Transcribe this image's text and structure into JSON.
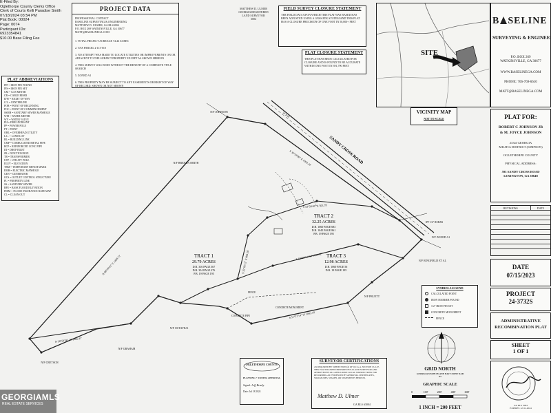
{
  "filing": {
    "lines": [
      "E-Filed By:",
      "Oglethorpe County Clerks Office",
      "Clerk of Courts Kelli Paradise Smith",
      "07/18/2024 03:54 PM",
      "Plat Book: 00024",
      "Page: 0074",
      "Participant IDs:",
      "6923354841",
      "$10.00 Base Filing Fee"
    ]
  },
  "project_data": {
    "title": "PROJECT DATA",
    "lines": [
      "PROFESSIONAL CONTACT",
      "BASELINE SURVEYING & ENGINEERING",
      "MATTHEW D. ULMER, GA RLS3004",
      "P.O. BOX 269 WATKINSVILLE, GA 30677",
      "MATT@BASELINEGA.COM",
      "1. TOTAL PROJECT ACREAGE 74.46 ACRES",
      "2. TAX PARCEL # 113-010",
      "3. NO ATTEMPT WAS MADE TO LOCATE UTILITIES OR IMPROVEMENTS ON OR ADJACENT TO THE SUBJECT PROPERTY EXCEPT AS SHOWN HEREON",
      "4. THIS SURVEY WAS DONE WITHOUT THE BENEFIT OF A COMPLETE TITLE SEARCH",
      "5. ZONED A1",
      "6. THIS PROPERTY MAY BE SUBJECT TO ANY EASEMENTS OR RIGHT OF WAY OF RECORD. SHOWN OR NOT SHOWN"
    ]
  },
  "surveyor_seal": {
    "lines": [
      "MATTHEW D. ULMER",
      "GEORGIA REGISTERED",
      "LAND SURVEYOR",
      "3004"
    ]
  },
  "field_closure": {
    "title": "FIELD SURVEY CLOSURE STATEMENT",
    "text": "THE FIELD DATA UPON WHICH THIS PLAT WAS BASED HAS BEEN ADJUSTED USING A GNSS RTK SYSTEM AND THIS PLAT HAS A CLOSURE PRECISION OF ONE FOOT IN 50,000+ FEET"
  },
  "plat_closure": {
    "title": "PLAT CLOSURE STATEMENT",
    "text": "THIS PLAT HAS BEEN CALCULATED FOR CLOSURE AND IS FOUND TO BE ACCURATE WITHIN ONE FOOT IN 391,790 FEET"
  },
  "company": {
    "name_line1": "B",
    "name_rest": "SELINE",
    "sub": "SURVEYING & ENGINEERING, INC",
    "address1": "P.O. BOX 269",
    "address2": "WATKINSVILLE, GA 30677",
    "web": "WWW.BASELINEGA.COM",
    "phone": "PHONE: 706-769-6610",
    "email": "MATT@BASELINEGA.COM"
  },
  "vicinity": {
    "site_label": "SITE",
    "title": "VICINITY MAP",
    "subtitle": "NOT TO SCALE"
  },
  "plat_for": {
    "title": "PLAT FOR:",
    "owner1": "ROBERT C JOHNSON JR",
    "owner2": "& M. JOYCE JOHNSON",
    "district1": "233rd GEORGIA",
    "district2": "MILITIA DISTRICT (SIMPSON)",
    "county": "OGLETHORPE COUNTY",
    "phys_title": "PHYSICAL ADDRESS:",
    "address1": "593 SANDY CROSS ROAD",
    "address2": "LEXINGTON, GA 30648"
  },
  "revisions": {
    "col1": "REVISIONS",
    "col2": "DATE"
  },
  "date_box": {
    "title": "DATE",
    "value": "07/15/2023"
  },
  "project_box": {
    "title": "PROJECT",
    "value": "24-3732S"
  },
  "plat_type": {
    "line1": "ADMINISTRATIVE",
    "line2": "RECOMBINATION PLAT"
  },
  "sheet_box": {
    "title": "SHEET",
    "value": "1  OF  1"
  },
  "abbreviations": {
    "title": "PLAT ABBREVIATIONS",
    "rows": [
      "IPF = IRON PIN FOUND",
      "IPS = IRON PIN SET",
      "GM = GAS METER",
      "CB = CABLE RISER",
      "R/W = RIGHT OF WAY",
      "C/L = CENTERLINE",
      "POB = POINT OF BEGINNING",
      "POC = POINT OF COMMENCEMENT",
      "SSMH = SANITARY SEWER MANHOLE",
      "WM = WATER METER",
      "WV = WATER VALVE",
      "FH = FIRE HYDRANT",
      "PP = POWER POLE",
      "PT = POINT",
      "OHL = OVERHEAD UTILITY",
      "L.L. = LAND LOT",
      "BL = BUILDING LINE",
      "CMP = CORRUGATED METAL PIPE",
      "RCP = REINFORCED CONC PIPE",
      "DI = DROP INLET",
      "JB = JUNCTION BOX",
      "TR = TRANSFORMER",
      "UTP = UTILITY POLE",
      "ELEV = ELEVATION",
      "TBM = TEMPORARY BENCH MARK",
      "EMH = ELECTRIC MANHOLE",
      "GEN = GENERATOR",
      "OCS = OUTLET CONTROL STRUCTURE",
      "PL = PROPERTY LINE",
      "SS = SANITARY SEWER",
      "BFE = BASE FLOOD ELEVATION",
      "FIRM = FLOOD INSURANCE RATE MAP",
      "CL = CLEAN OUT"
    ]
  },
  "map": {
    "road_label": "SANDY CROSS ROAD",
    "tract1": {
      "name": "TRACT 1",
      "acres": "29.79 ACRES",
      "ref1": "D.B. 316 PAGE 367",
      "ref2": "D.B. 354 PAGE 276",
      "ref3": "P.B. 19 PAGE 195"
    },
    "tract2": {
      "name": "TRACT 2",
      "acres": "32.25 ACRES",
      "ref1": "D.B. 1060 PAGE 683",
      "ref2": "D.B. 1045 PAGE 861",
      "ref3": "P.B. 19 PAGE 195"
    },
    "tract3": {
      "name": "TRACT 3",
      "acres": "12.98 ACRES",
      "ref1": "D.B. 1060 PAGE 56",
      "ref2": "D.B. 19 PAGE 195"
    },
    "boundary_labels": [
      "N 88°00'03\" E 1468.72'",
      "S 36°39'00\" E 1093.34'",
      "S 51°21'14\" W 1093.70'",
      "N 38°58'56\" W 1066.41'",
      "S 53°50'48\" E 593.79'",
      "S 60°28'34\" W 1069.32'",
      "S 32°02'12\" E 683.26'"
    ],
    "adjoiner_labels": [
      "N/F BRENDA SMITH",
      "N/F JOHNSON",
      "N/F GRAHAM",
      "N/F OCTAVIUS",
      "N/F CRETSCH",
      "N/F RINGFIELD ET AL",
      "N/F ZONED A1",
      "N/F PRUETT"
    ],
    "misc_labels": [
      "IPF 1/2\" REBAR",
      "CONCRETE MONUMENT",
      "FENCE",
      "CONCRETE PIPE",
      "50' R/W"
    ]
  },
  "symbol_legend": {
    "title": "SYMBOL LEGEND",
    "items": [
      "CALCULATED POINT",
      "IRON MARKER FOUND",
      "1/2\" IRON PIN SET",
      "CONCRETE MONUMENT",
      "FENCE"
    ]
  },
  "planning_stamp": {
    "title": "OGLETHORPE COUNTY",
    "subtitle": "PLANNING + ZONING APPROVAL",
    "signed_label": "Signed",
    "signature": "Jeff Brady",
    "date_label": "Date",
    "date": "Jul 18 2024"
  },
  "surveyor_cert": {
    "title": "SURVEYOR CERTIFICATIONS",
    "text": "AS REQUIRED BY SUBSECTION (d) OF O.C.G.A. SECTION 15-6-67, THIS PLAT HAS BEEN PREPARED BY A LAND SURVEYOR AND APPROVED BY ALL APPLICABLE LOCAL JURISDICTIONS FOR RECORDING AS EVIDENCED BY APPROVAL CERTIFICATES, SIGNATURES, STAMPS, OR STATEMENTS HEREON.",
    "signature": "Matthew D. Ulmer",
    "reg": "GA RLS #3004"
  },
  "north": {
    "label": "GRID NORTH",
    "sub": "GEORGIA STATE PLANE EAST ZONE NAD 83"
  },
  "scale": {
    "title": "GRAPHIC SCALE",
    "ticks": [
      "0",
      "100'",
      "200'",
      "400'",
      "600'"
    ],
    "text": "1 INCH = 200 FEET"
  },
  "seal_bottom": {
    "signature": "Matthew D. Ulmer",
    "number": "GA RLS 3004",
    "date": "EXPIRES 12-31-2024"
  },
  "watermark": {
    "brand": "GEORGIAMLS",
    "sub": "REAL ESTATE SERVICES"
  }
}
